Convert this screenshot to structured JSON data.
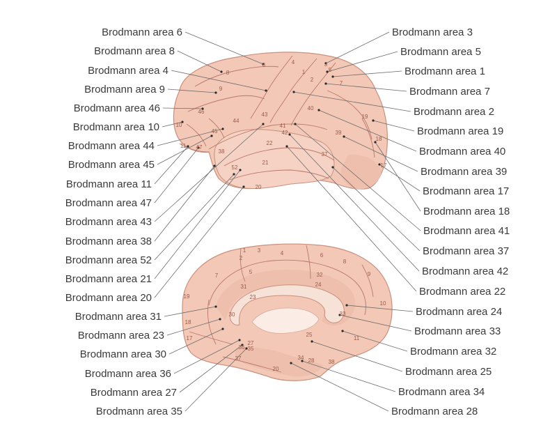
{
  "colors": {
    "brain_fill": "#f3c8b7",
    "brain_stroke": "#c98f7c",
    "label_text": "#3a3a3a",
    "region_number": "#9a5a48"
  },
  "labels": [
    {
      "id": "ba6",
      "text": "Brodmann area 6"
    },
    {
      "id": "ba8",
      "text": "Brodmann area 8"
    },
    {
      "id": "ba4",
      "text": "Brodmann area 4"
    },
    {
      "id": "ba9",
      "text": "Brodmann area 9"
    },
    {
      "id": "ba46",
      "text": "Brodmann area 46"
    },
    {
      "id": "ba10",
      "text": "Brodmann area 10"
    },
    {
      "id": "ba44",
      "text": "Brodmann area 44"
    },
    {
      "id": "ba45",
      "text": "Brodmann area 45"
    },
    {
      "id": "ba11",
      "text": "Brodmann area 11"
    },
    {
      "id": "ba47",
      "text": "Brodmann area 47"
    },
    {
      "id": "ba43",
      "text": "Brodmann area 43"
    },
    {
      "id": "ba38",
      "text": "Brodmann area 38"
    },
    {
      "id": "ba52",
      "text": "Brodmann area 52"
    },
    {
      "id": "ba21",
      "text": "Brodmann area 21"
    },
    {
      "id": "ba20",
      "text": "Brodmann area 20"
    },
    {
      "id": "ba31",
      "text": "Brodmann area 31"
    },
    {
      "id": "ba23",
      "text": "Brodmann area 23"
    },
    {
      "id": "ba30",
      "text": "Brodmann area 30"
    },
    {
      "id": "ba36",
      "text": "Brodmann area 36"
    },
    {
      "id": "ba27",
      "text": "Brodmann area 27"
    },
    {
      "id": "ba35",
      "text": "Brodmann area 35"
    },
    {
      "id": "ba3",
      "text": "Brodmann area 3"
    },
    {
      "id": "ba5",
      "text": "Brodmann area 5"
    },
    {
      "id": "ba1",
      "text": "Brodmann area 1"
    },
    {
      "id": "ba7",
      "text": "Brodmann area 7"
    },
    {
      "id": "ba2",
      "text": "Brodmann area 2"
    },
    {
      "id": "ba19",
      "text": "Brodmann area 19"
    },
    {
      "id": "ba40",
      "text": "Brodmann area 40"
    },
    {
      "id": "ba39",
      "text": "Brodmann area 39"
    },
    {
      "id": "ba17",
      "text": "Brodmann area 17"
    },
    {
      "id": "ba18",
      "text": "Brodmann area 18"
    },
    {
      "id": "ba41",
      "text": "Brodmann area 41"
    },
    {
      "id": "ba37",
      "text": "Brodmann area 37"
    },
    {
      "id": "ba42",
      "text": "Brodmann area 42"
    },
    {
      "id": "ba22",
      "text": "Brodmann area 22"
    },
    {
      "id": "ba24",
      "text": "Brodmann area 24"
    },
    {
      "id": "ba33",
      "text": "Brodmann area 33"
    },
    {
      "id": "ba32",
      "text": "Brodmann area 32"
    },
    {
      "id": "ba25",
      "text": "Brodmann area 25"
    },
    {
      "id": "ba34",
      "text": "Brodmann area 34"
    },
    {
      "id": "ba28",
      "text": "Brodmann area 28"
    }
  ],
  "region_numbers": [
    "6",
    "8",
    "4",
    "3",
    "1",
    "2",
    "5",
    "7",
    "9",
    "46",
    "10",
    "45",
    "44",
    "47",
    "11",
    "43",
    "41",
    "42",
    "40",
    "39",
    "19",
    "18",
    "17",
    "22",
    "21",
    "37",
    "38",
    "52",
    "20",
    "4",
    "6",
    "8",
    "9",
    "3",
    "1",
    "2",
    "5",
    "7",
    "31",
    "32",
    "24",
    "23",
    "19",
    "18",
    "17",
    "10",
    "33",
    "30",
    "25",
    "11",
    "27",
    "36",
    "37",
    "35",
    "20",
    "34",
    "28",
    "38"
  ]
}
